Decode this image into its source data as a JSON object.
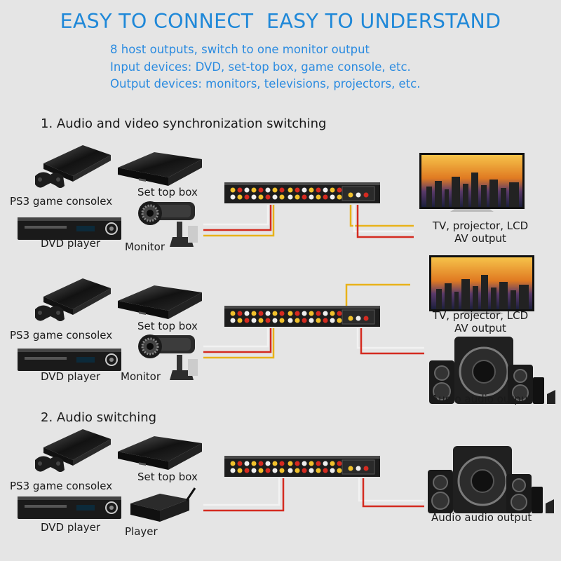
{
  "headline": "EASY TO CONNECT  EASY TO UNDERSTAND",
  "intro": [
    "8 host outputs, switch to one monitor output",
    "Input devices: DVD, set-top box, game console, etc.",
    "Output devices: monitors, televisions, projectors, etc."
  ],
  "sections": {
    "av": "1. Audio and video synchronization switching",
    "audio": "2. Audio switching"
  },
  "diagram1": {
    "ps3": "PS3 game consolex",
    "stb": "Set top box",
    "dvd": "DVD player",
    "monitor": "Monitor",
    "tv_line1": "TV, projector, LCD",
    "tv_line2": "AV output"
  },
  "diagram2": {
    "ps3": "PS3 game consolex",
    "stb": "Set top box",
    "dvd": "DVD player",
    "monitor": "Monitor",
    "tv_line1": "TV, projector, LCD",
    "tv_line2": "AV output",
    "speakers": "Audio audio output"
  },
  "diagram3": {
    "ps3": "PS3 game consolex",
    "stb": "Set top box",
    "dvd": "DVD player",
    "player": "Player",
    "speakers": "Audio audio output"
  },
  "colors": {
    "headline": "#1f88d8",
    "subtext": "#2b8be0",
    "background": "#e5e5e5",
    "cable_red": "#d42b20",
    "cable_white": "#f2f2f2",
    "cable_yellow": "#e8b21a"
  }
}
